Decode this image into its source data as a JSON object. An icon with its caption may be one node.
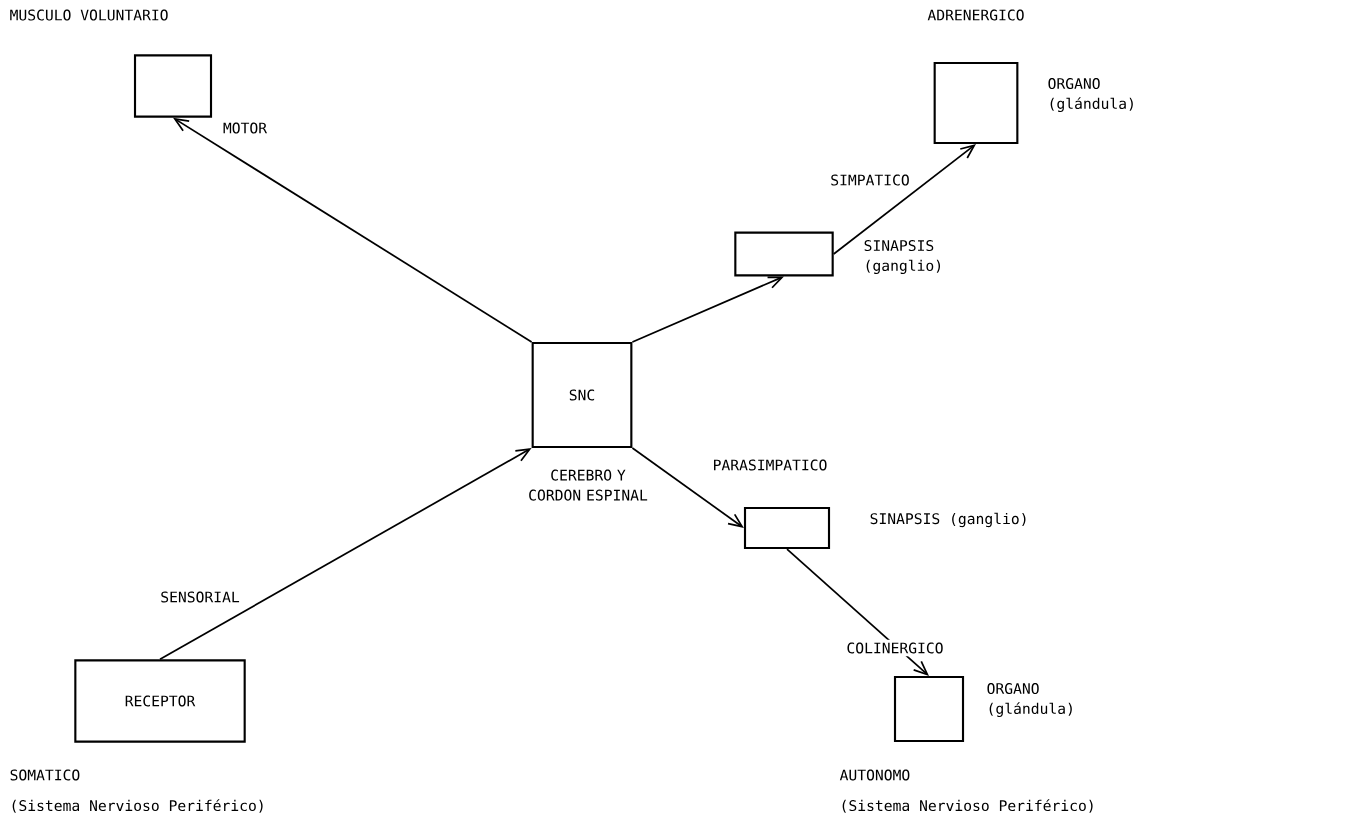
{
  "diagram": {
    "nodes": [
      {
        "text": [
          "SNC"
        ],
        "beside": [
          "CEREBRO Y CORDON ESPINAL"
        ]
      },
      {
        "text": [],
        "shape": "box",
        "beside": [
          "MUSCULO VOLUNTARIO"
        ]
      },
      {
        "text": [],
        "shape": "box",
        "beside": [
          "SINAPSIS (ganglio)"
        ]
      },
      {
        "text": [],
        "shape": "box",
        "beside": [
          "ADRENERGICO",
          "ORGANO (glándula)"
        ]
      },
      {
        "text": [],
        "shape": "box",
        "beside": [
          "SINAPSIS (ganglio)"
        ]
      },
      {
        "text": [],
        "shape": "box",
        "beside": [
          "ORGANO (glándula)"
        ]
      },
      {
        "text": [
          "RECEPTOR"
        ]
      }
    ],
    "edges": [
      {
        "from": 0,
        "to": 1,
        "arrow": "to",
        "label": "MOTOR"
      },
      {
        "from": 0,
        "to": 2,
        "arrow": "to"
      },
      {
        "from": 2,
        "to": 3,
        "arrow": "to",
        "label": "SIMPATICO"
      },
      {
        "from": 0,
        "to": 4,
        "arrow": "to",
        "label": "PARASIMPATICO"
      },
      {
        "from": 4,
        "to": 5,
        "arrow": "to",
        "label": "COLINERGICO"
      },
      {
        "from": 6,
        "to": 0,
        "arrow": "to",
        "label": "SENSORIAL"
      }
    ],
    "labels": [
      "SOMATICO",
      "(Sistema Nervioso Periférico)",
      "AUTONOMO",
      "(Sistema Nervioso Periférico)"
    ]
  }
}
